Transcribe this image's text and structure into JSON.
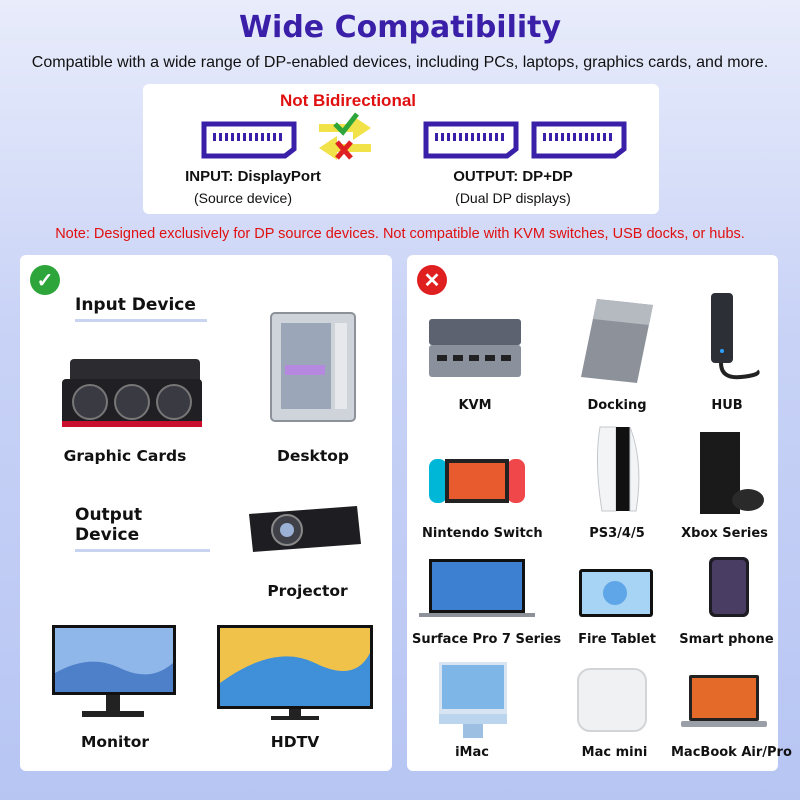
{
  "header": {
    "title": "Wide Compatibility",
    "subtitle": "Compatible with a wide range of DP-enabled devices, including PCs, laptops, graphics cards, and more."
  },
  "compat_box": {
    "warning": "Not Bidirectional",
    "input_title": "INPUT: DisplayPort",
    "input_sub": "(Source device)",
    "output_title": "OUTPUT: DP+DP",
    "output_sub": "(Dual DP displays)"
  },
  "note": "Note: Designed exclusively for DP source devices. Not compatible with KVM switches, USB docks, or hubs.",
  "supported": {
    "badge": "✓",
    "input_heading": "Input Device",
    "output_heading": "Output Device",
    "items": {
      "graphic_cards": "Graphic Cards",
      "desktop": "Desktop",
      "projector": "Projector",
      "monitor": "Monitor",
      "hdtv": "HDTV"
    }
  },
  "unsupported": {
    "badge": "✕",
    "items": {
      "kvm": "KVM",
      "docking": "Docking",
      "hub": "HUB",
      "nintendo": "Nintendo Switch",
      "ps": "PS3/4/5",
      "xbox": "Xbox Series",
      "surface": "Surface Pro 7 Series",
      "fire": "Fire Tablet",
      "phone": "Smart phone",
      "imac": "iMac",
      "macmini": "Mac mini",
      "macbook": "MacBook Air/Pro"
    }
  },
  "colors": {
    "title": "#3a1fa8",
    "warning": "#e01010",
    "ok": "#2ea53a",
    "no": "#e02020",
    "port": "#3a1fa8"
  }
}
